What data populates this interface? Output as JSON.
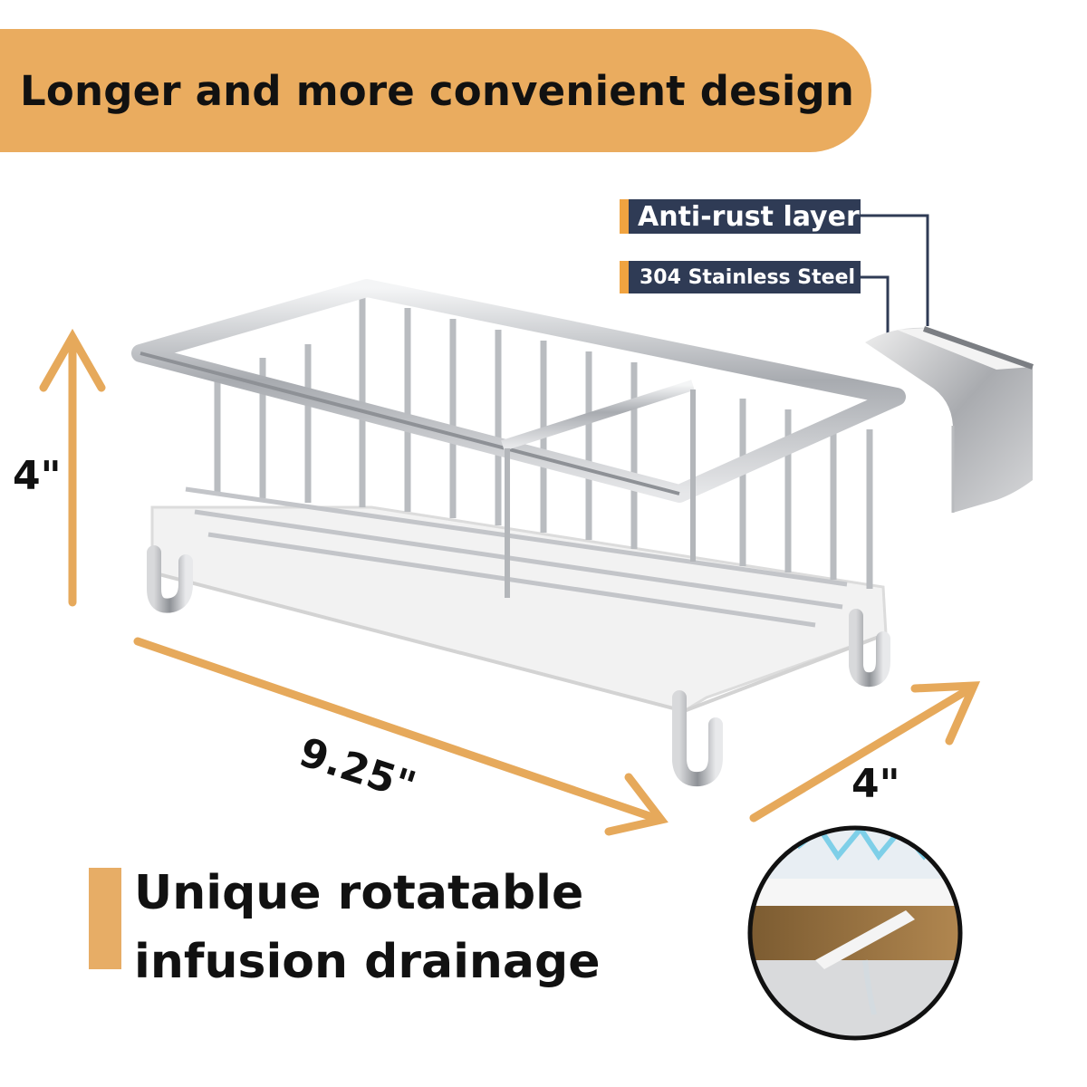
{
  "header": {
    "title": "Longer and more convenient design"
  },
  "callouts": {
    "coating": "Anti-rust layer",
    "material": "304 Stainless Steel"
  },
  "dimensions": {
    "height": "4\"",
    "length": "9.25\"",
    "depth": "4\""
  },
  "feature": {
    "line1": "Unique rotatable",
    "line2": "infusion drainage"
  },
  "colors": {
    "banner": "#eaac5f",
    "callout_bg": "#2f3b55",
    "callout_accent": "#f0a340",
    "arrow": "#e6a95b",
    "steel": "#c9cbce"
  }
}
